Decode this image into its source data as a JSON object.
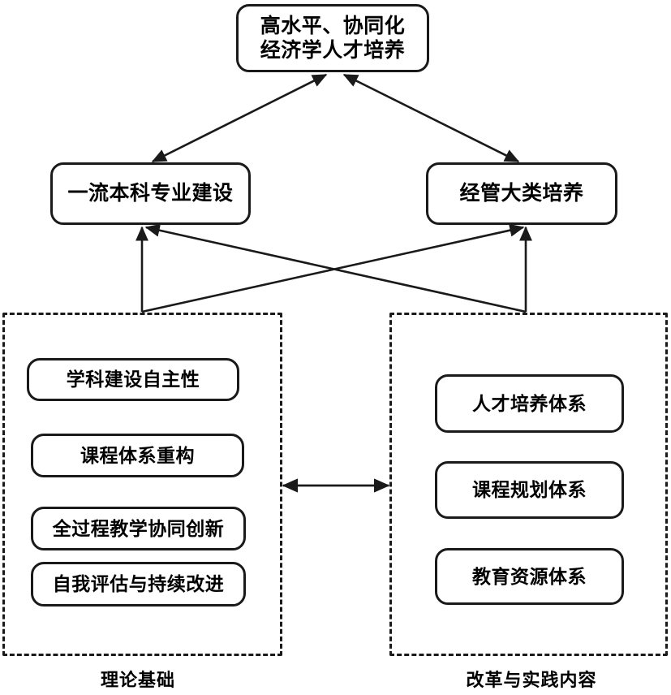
{
  "diagram": {
    "title_node": {
      "id": "top-goal",
      "line1": "高水平、协同化",
      "line2": "经济学人才培养"
    },
    "mid_nodes": [
      {
        "id": "mid-left",
        "label": "一流本科专业建设"
      },
      {
        "id": "mid-right",
        "label": "经管大类培养"
      }
    ],
    "groups": [
      {
        "id": "theory-foundation",
        "caption": "理论基础",
        "items": [
          {
            "label": "学科建设自主性"
          },
          {
            "label": "课程体系重构"
          },
          {
            "label": "全过程教学协同创新"
          },
          {
            "label": "自我评估与持续改进"
          }
        ]
      },
      {
        "id": "reform-practice",
        "caption": "改革与实践内容",
        "items": [
          {
            "label": "人才培养体系"
          },
          {
            "label": "课程规划体系"
          },
          {
            "label": "教育资源体系"
          }
        ]
      }
    ],
    "edges": [
      {
        "id": "edge-midleft-to-top",
        "from": "mid-left",
        "to": "top-goal",
        "arrow": "both",
        "style": "solid"
      },
      {
        "id": "edge-midright-to-top",
        "from": "mid-right",
        "to": "top-goal",
        "arrow": "both",
        "style": "solid"
      },
      {
        "id": "edge-theory-to-midleft",
        "from": "theory-foundation",
        "to": "mid-left",
        "arrow": "end",
        "style": "solid"
      },
      {
        "id": "edge-theory-to-midright",
        "from": "theory-foundation",
        "to": "mid-right",
        "arrow": "end",
        "style": "solid"
      },
      {
        "id": "edge-reform-to-midright",
        "from": "reform-practice",
        "to": "mid-right",
        "arrow": "end",
        "style": "solid"
      },
      {
        "id": "edge-reform-to-midleft",
        "from": "reform-practice",
        "to": "mid-left",
        "arrow": "end",
        "style": "solid"
      },
      {
        "id": "edge-groups-bidir",
        "from": "theory-foundation",
        "to": "reform-practice",
        "arrow": "both",
        "style": "solid"
      }
    ],
    "colors": {
      "stroke": "#1a1a1a",
      "fill": "#ffffff",
      "text": "#000000"
    }
  }
}
